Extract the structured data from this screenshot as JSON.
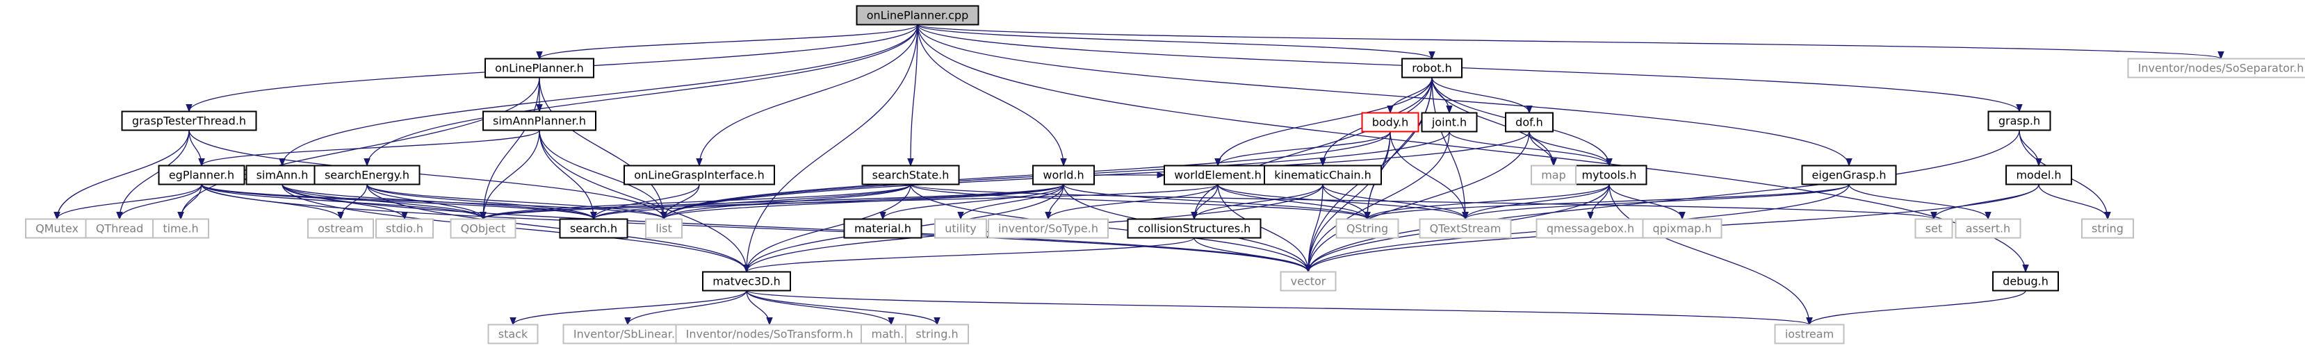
{
  "colors": {
    "edge": "#191970",
    "border_normal": "#000000",
    "border_external": "#bfbfbf",
    "border_highlight": "#ff0000",
    "fill_root": "#bfbfbf",
    "fill_normal": "#ffffff",
    "text_normal": "#000000",
    "text_external": "#7f7f7f"
  },
  "nodes": [
    {
      "id": "onLinePlanner_cpp",
      "label": "onLinePlanner.cpp",
      "style": "root"
    },
    {
      "id": "onLinePlanner_h",
      "label": "onLinePlanner.h",
      "style": "normal"
    },
    {
      "id": "graspTesterThread_h",
      "label": "graspTesterThread.h",
      "style": "normal"
    },
    {
      "id": "simAnnPlanner_h",
      "label": "simAnnPlanner.h",
      "style": "normal"
    },
    {
      "id": "egPlanner_h",
      "label": "egPlanner.h",
      "style": "normal"
    },
    {
      "id": "simAnn_h",
      "label": "simAnn.h",
      "style": "normal"
    },
    {
      "id": "searchEnergy_h",
      "label": "searchEnergy.h",
      "style": "normal"
    },
    {
      "id": "onLineGraspInterface_h",
      "label": "onLineGraspInterface.h",
      "style": "normal"
    },
    {
      "id": "searchState_h",
      "label": "searchState.h",
      "style": "normal"
    },
    {
      "id": "robot_h",
      "label": "robot.h",
      "style": "normal"
    },
    {
      "id": "body_h",
      "label": "body.h",
      "style": "highlight"
    },
    {
      "id": "joint_h",
      "label": "joint.h",
      "style": "normal"
    },
    {
      "id": "dof_h",
      "label": "dof.h",
      "style": "normal"
    },
    {
      "id": "world_h",
      "label": "world.h",
      "style": "normal"
    },
    {
      "id": "worldElement_h",
      "label": "worldElement.h",
      "style": "normal"
    },
    {
      "id": "kinematicChain_h",
      "label": "kinematicChain.h",
      "style": "normal"
    },
    {
      "id": "mytools_h",
      "label": "mytools.h",
      "style": "normal"
    },
    {
      "id": "eigenGrasp_h",
      "label": "eigenGrasp.h",
      "style": "normal"
    },
    {
      "id": "grasp_h",
      "label": "grasp.h",
      "style": "normal"
    },
    {
      "id": "model_h",
      "label": "model.h",
      "style": "normal"
    },
    {
      "id": "collisionStructures_h",
      "label": "collisionStructures.h",
      "style": "normal"
    },
    {
      "id": "material_h",
      "label": "material.h",
      "style": "normal"
    },
    {
      "id": "matvec3D_h",
      "label": "matvec3D.h",
      "style": "normal"
    },
    {
      "id": "debug_h",
      "label": "debug.h",
      "style": "normal"
    },
    {
      "id": "search_h",
      "label": "search.h",
      "style": "normal"
    },
    {
      "id": "SoSeparator_h",
      "label": "Inventor/nodes/SoSeparator.h",
      "style": "external"
    },
    {
      "id": "QMutex",
      "label": "QMutex",
      "style": "external"
    },
    {
      "id": "QThread",
      "label": "QThread",
      "style": "external"
    },
    {
      "id": "time_h",
      "label": "time.h",
      "style": "external"
    },
    {
      "id": "ostream",
      "label": "ostream",
      "style": "external"
    },
    {
      "id": "stdio_h",
      "label": "stdio.h",
      "style": "external"
    },
    {
      "id": "QObject",
      "label": "QObject",
      "style": "external"
    },
    {
      "id": "list",
      "label": "list",
      "style": "external"
    },
    {
      "id": "utility",
      "label": "utility",
      "style": "external"
    },
    {
      "id": "SoType_h",
      "label": "inventor/SoType.h",
      "style": "external"
    },
    {
      "id": "QString",
      "label": "QString",
      "style": "external"
    },
    {
      "id": "QTextStream",
      "label": "QTextStream",
      "style": "external"
    },
    {
      "id": "qmessagebox_h",
      "label": "qmessagebox.h",
      "style": "external"
    },
    {
      "id": "qpixmap_h",
      "label": "qpixmap.h",
      "style": "external"
    },
    {
      "id": "map",
      "label": "map",
      "style": "external"
    },
    {
      "id": "set",
      "label": "set",
      "style": "external"
    },
    {
      "id": "assert_h",
      "label": "assert.h",
      "style": "external"
    },
    {
      "id": "string",
      "label": "string",
      "style": "external"
    },
    {
      "id": "vector",
      "label": "vector",
      "style": "external"
    },
    {
      "id": "stack",
      "label": "stack",
      "style": "external"
    },
    {
      "id": "SbLinear_h",
      "label": "Inventor/SbLinear.h",
      "style": "external"
    },
    {
      "id": "SoTransform_h",
      "label": "Inventor/nodes/SoTransform.h",
      "style": "external"
    },
    {
      "id": "math_h",
      "label": "math.h",
      "style": "external"
    },
    {
      "id": "string_h",
      "label": "string.h",
      "style": "external"
    },
    {
      "id": "iostream",
      "label": "iostream",
      "style": "external"
    }
  ],
  "edges": [
    [
      "onLinePlanner_cpp",
      "onLinePlanner_h"
    ],
    [
      "onLinePlanner_cpp",
      "graspTesterThread_h"
    ],
    [
      "onLinePlanner_cpp",
      "simAnn_h"
    ],
    [
      "onLinePlanner_cpp",
      "searchEnergy_h"
    ],
    [
      "onLinePlanner_cpp",
      "onLineGraspInterface_h"
    ],
    [
      "onLinePlanner_cpp",
      "searchState_h"
    ],
    [
      "onLinePlanner_cpp",
      "world_h"
    ],
    [
      "onLinePlanner_cpp",
      "robot_h"
    ],
    [
      "onLinePlanner_cpp",
      "eigenGrasp_h"
    ],
    [
      "onLinePlanner_cpp",
      "grasp_h"
    ],
    [
      "onLinePlanner_cpp",
      "matvec3D_h"
    ],
    [
      "onLinePlanner_cpp",
      "debug_h"
    ],
    [
      "onLinePlanner_cpp",
      "SoSeparator_h"
    ],
    [
      "onLinePlanner_h",
      "simAnnPlanner_h"
    ],
    [
      "onLinePlanner_h",
      "QObject"
    ],
    [
      "onLinePlanner_h",
      "list"
    ],
    [
      "onLinePlanner_h",
      "time_h"
    ],
    [
      "graspTesterThread_h",
      "egPlanner_h"
    ],
    [
      "graspTesterThread_h",
      "QMutex"
    ],
    [
      "graspTesterThread_h",
      "QThread"
    ],
    [
      "graspTesterThread_h",
      "list"
    ],
    [
      "simAnnPlanner_h",
      "egPlanner_h"
    ],
    [
      "simAnnPlanner_h",
      "QObject"
    ],
    [
      "simAnnPlanner_h",
      "search_h"
    ],
    [
      "simAnnPlanner_h",
      "list"
    ],
    [
      "simAnnPlanner_h",
      "matvec3D_h"
    ],
    [
      "egPlanner_h",
      "egPlanner_h"
    ],
    [
      "egPlanner_h",
      "QMutex"
    ],
    [
      "egPlanner_h",
      "QThread"
    ],
    [
      "egPlanner_h",
      "time_h"
    ],
    [
      "egPlanner_h",
      "ostream"
    ],
    [
      "egPlanner_h",
      "QObject"
    ],
    [
      "egPlanner_h",
      "search_h"
    ],
    [
      "egPlanner_h",
      "list"
    ],
    [
      "egPlanner_h",
      "vector"
    ],
    [
      "simAnn_h",
      "stdio_h"
    ],
    [
      "simAnn_h",
      "QObject"
    ],
    [
      "simAnn_h",
      "search_h"
    ],
    [
      "simAnn_h",
      "matvec3D_h"
    ],
    [
      "simAnn_h",
      "vector"
    ],
    [
      "searchEnergy_h",
      "ostream"
    ],
    [
      "searchEnergy_h",
      "QObject"
    ],
    [
      "searchEnergy_h",
      "search_h"
    ],
    [
      "searchEnergy_h",
      "list"
    ],
    [
      "searchEnergy_h",
      "matvec3D_h"
    ],
    [
      "onLineGraspInterface_h",
      "search_h"
    ],
    [
      "onLineGraspInterface_h",
      "list"
    ],
    [
      "searchState_h",
      "QObject"
    ],
    [
      "searchState_h",
      "search_h"
    ],
    [
      "searchState_h",
      "list"
    ],
    [
      "searchState_h",
      "QString"
    ],
    [
      "searchState_h",
      "matvec3D_h"
    ],
    [
      "searchState_h",
      "vector"
    ],
    [
      "robot_h",
      "body_h"
    ],
    [
      "robot_h",
      "joint_h"
    ],
    [
      "robot_h",
      "dof_h"
    ],
    [
      "robot_h",
      "mytools_h"
    ],
    [
      "robot_h",
      "kinematicChain_h"
    ],
    [
      "robot_h",
      "worldElement_h"
    ],
    [
      "robot_h",
      "collisionStructures_h"
    ],
    [
      "robot_h",
      "QString"
    ],
    [
      "robot_h",
      "QTextStream"
    ],
    [
      "robot_h",
      "map"
    ],
    [
      "robot_h",
      "vector"
    ],
    [
      "body_h",
      "worldElement_h"
    ],
    [
      "body_h",
      "QString"
    ],
    [
      "body_h",
      "QTextStream"
    ],
    [
      "body_h",
      "list"
    ],
    [
      "body_h",
      "vector"
    ],
    [
      "joint_h",
      "mytools_h"
    ],
    [
      "joint_h",
      "list"
    ],
    [
      "joint_h",
      "vector"
    ],
    [
      "dof_h",
      "mytools_h"
    ],
    [
      "dof_h",
      "map"
    ],
    [
      "dof_h",
      "list"
    ],
    [
      "dof_h",
      "vector"
    ],
    [
      "world_h",
      "worldElement_h"
    ],
    [
      "world_h",
      "material_h"
    ],
    [
      "world_h",
      "utility"
    ],
    [
      "world_h",
      "SoType_h"
    ],
    [
      "world_h",
      "QObject"
    ],
    [
      "world_h",
      "search_h"
    ],
    [
      "world_h",
      "list"
    ],
    [
      "world_h",
      "QString"
    ],
    [
      "world_h",
      "vector"
    ],
    [
      "world_h",
      "matvec3D_h"
    ],
    [
      "worldElement_h",
      "collisionStructures_h"
    ],
    [
      "worldElement_h",
      "SoType_h"
    ],
    [
      "worldElement_h",
      "QObject"
    ],
    [
      "worldElement_h",
      "QString"
    ],
    [
      "worldElement_h",
      "QTextStream"
    ],
    [
      "worldElement_h",
      "vector"
    ],
    [
      "kinematicChain_h",
      "collisionStructures_h"
    ],
    [
      "kinematicChain_h",
      "QString"
    ],
    [
      "kinematicChain_h",
      "QTextStream"
    ],
    [
      "kinematicChain_h",
      "vector"
    ],
    [
      "kinematicChain_h",
      "matvec3D_h"
    ],
    [
      "mytools_h",
      "QString"
    ],
    [
      "mytools_h",
      "QTextStream"
    ],
    [
      "mytools_h",
      "qmessagebox_h"
    ],
    [
      "mytools_h",
      "qpixmap_h"
    ],
    [
      "mytools_h",
      "iostream"
    ],
    [
      "mytools_h",
      "vector"
    ],
    [
      "eigenGrasp_h",
      "QString"
    ],
    [
      "eigenGrasp_h",
      "QTextStream"
    ],
    [
      "eigenGrasp_h",
      "assert_h"
    ],
    [
      "eigenGrasp_h",
      "vector"
    ],
    [
      "grasp_h",
      "model_h"
    ],
    [
      "grasp_h",
      "string"
    ],
    [
      "grasp_h",
      "vector"
    ],
    [
      "model_h",
      "set"
    ],
    [
      "model_h",
      "string"
    ],
    [
      "model_h",
      "vector"
    ],
    [
      "collisionStructures_h",
      "vector"
    ],
    [
      "collisionStructures_h",
      "matvec3D_h"
    ],
    [
      "matvec3D_h",
      "stack"
    ],
    [
      "matvec3D_h",
      "SbLinear_h"
    ],
    [
      "matvec3D_h",
      "SoTransform_h"
    ],
    [
      "matvec3D_h",
      "math_h"
    ],
    [
      "matvec3D_h",
      "string_h"
    ],
    [
      "matvec3D_h",
      "iostream"
    ],
    [
      "debug_h",
      "iostream"
    ],
    [
      "searchState_h",
      "set"
    ]
  ]
}
